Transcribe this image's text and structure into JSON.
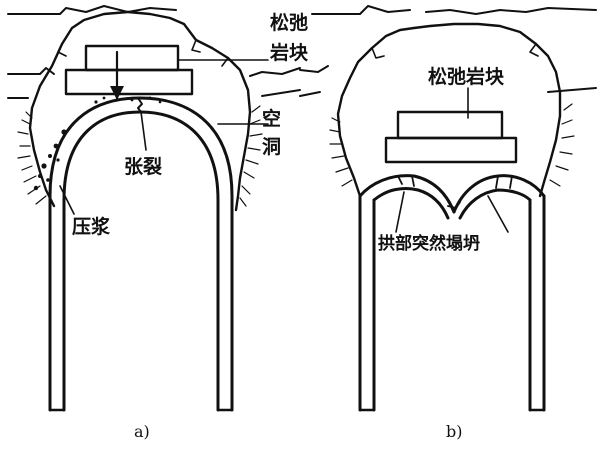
{
  "panel_a": {
    "caption": "a)",
    "labels": {
      "loose_block_line1": "松弛",
      "loose_block_line2": "岩块",
      "cracking": "张裂",
      "cavity_line1": "空",
      "cavity_line2": "洞",
      "grouting": "压浆"
    }
  },
  "panel_b": {
    "caption": "b)",
    "labels": {
      "loose_block": "松弛岩块",
      "arch_collapse": "拱部突然塌坍"
    }
  },
  "colors": {
    "ink": "#111111",
    "paper": "#ffffff"
  }
}
